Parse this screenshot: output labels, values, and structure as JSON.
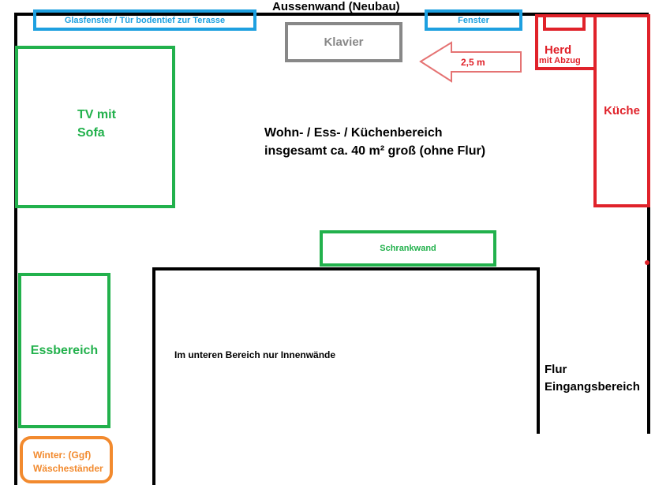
{
  "outer_wall": {
    "label": "Aussenwand (Neubau)"
  },
  "windows": {
    "terrace": "Glasfenster / Tür bodentief zur Terasse",
    "window": "Fenster"
  },
  "rooms": {
    "piano": "Klavier",
    "tv_sofa": "TV mit\nSofa",
    "kitchen": "Küche",
    "stove": "Herd",
    "stove_note": "mit Abzug",
    "wall_unit": "Schrankwand",
    "dining": "Essbereich",
    "laundry": "Winter: (Ggf)\nWäscheständer",
    "hallway": "Flur\nEingangsbereich"
  },
  "notes": {
    "area_title": "Wohn- / Ess- / Küchenbereich",
    "area_size": "insgesamt ca. 40 m² groß (ohne Flur)",
    "inner_walls": "Im unteren Bereich nur Innenwände",
    "distance": "2,5 m"
  },
  "colors": {
    "wall": "#000000",
    "window": "#1ea0e0",
    "furniture_green": "#22b14c",
    "kitchen_red": "#e0222a",
    "arrow_red": "#e57373",
    "piano_gray": "#888888",
    "laundry_orange": "#f28a2e"
  }
}
